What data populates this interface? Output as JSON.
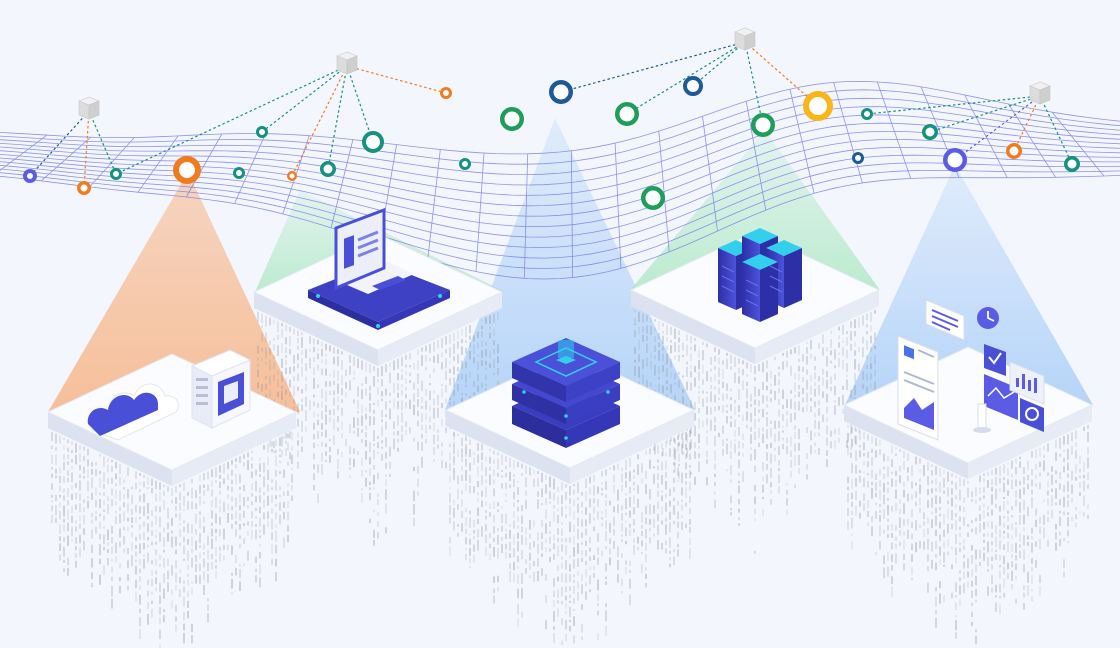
{
  "palette": {
    "background": "#f4f6fd",
    "mesh": "#6b73e8",
    "green": "#1e9e5a",
    "teal": "#14917f",
    "navy": "#1c5a9a",
    "orange": "#f07c1e",
    "yellow": "#f9b51a",
    "indigo": "#5b5ce6",
    "cube": "#dcdcdc",
    "platform_top": "#fbfcff",
    "platform_side": "#e7ebf6",
    "beam_orange": "#f7b98f",
    "beam_green": "#a9e7bf",
    "beam_blue": "#a6ccf7",
    "device_dark": "#3437b8",
    "device_mid": "#5257e0",
    "device_accent": "#33d0ee"
  },
  "icons": {
    "relay_nodes": "cube-icon",
    "mesh_nodes": "ring-icon",
    "platform_cloud": "cloud-icon",
    "platform_laptop": "laptop-icon",
    "platform_stack": "server-stack-icon",
    "platform_servers": "server-rack-icon",
    "platform_dashboard": "dashboard-icon"
  },
  "platforms": [
    "cloud",
    "laptop",
    "stack",
    "servers",
    "dashboard"
  ]
}
